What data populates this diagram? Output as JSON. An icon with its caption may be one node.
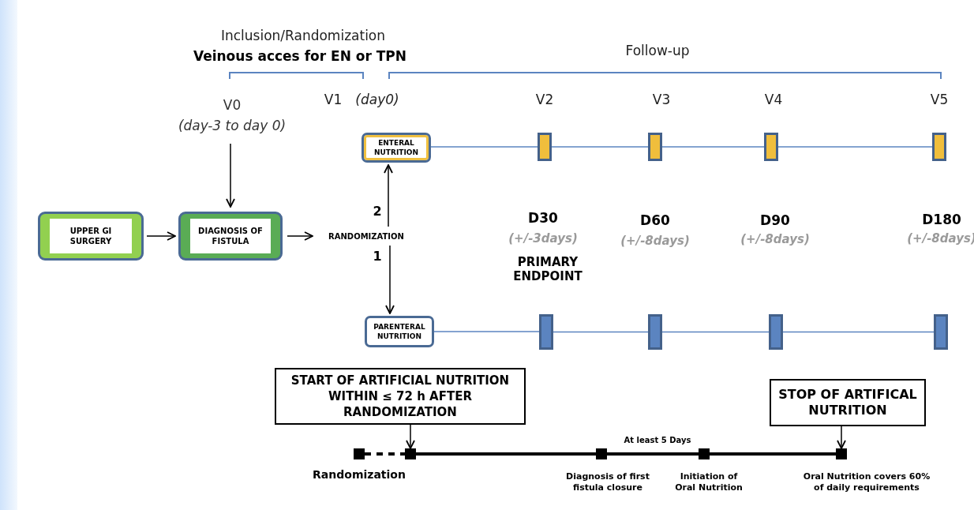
{
  "diagram": {
    "nodes": [
      {
        "text": [
          "UPPER GI SURGERY"
        ]
      },
      {
        "text": [
          "DIAGNOSIS OF FISTULA"
        ]
      },
      {
        "text": [
          "RANDOMIZATION"
        ]
      },
      {
        "text": [
          "ENTERAL NUTRITION"
        ]
      },
      {
        "text": [],
        "shape": "box"
      },
      {
        "text": [],
        "shape": "box"
      },
      {
        "text": [],
        "shape": "box"
      },
      {
        "text": [],
        "shape": "box"
      },
      {
        "text": [
          "PARENTERAL NUTRITION"
        ]
      },
      {
        "text": [],
        "shape": "box"
      },
      {
        "text": [],
        "shape": "box"
      },
      {
        "text": [],
        "shape": "box"
      },
      {
        "text": [],
        "shape": "box"
      },
      {
        "text": [
          "V0",
          "(day-3 to day 0)"
        ]
      },
      {
        "text": [
          "START OF ARTIFICIAL NUTRITION WITHIN ≤ 72 h AFTER RANDOMIZATION"
        ]
      },
      {
        "text": [
          "STOP OF ARTIFICAL NUTRITION"
        ]
      },
      {
        "text": [],
        "shape": "box",
        "beside": [
          "Randomization"
        ]
      },
      {
        "text": [],
        "shape": "box"
      },
      {
        "text": [],
        "shape": "box",
        "beside": [
          "Diagnosis of first fistula closure"
        ]
      },
      {
        "text": [],
        "shape": "box",
        "beside": [
          "Initiation of Oral Nutrition"
        ]
      },
      {
        "text": [],
        "shape": "box",
        "beside": [
          "Oral Nutrition covers 60% of daily requirements"
        ]
      }
    ],
    "edges": [
      {
        "from": 0,
        "to": 1,
        "arrow": "to"
      },
      {
        "from": 1,
        "to": 2,
        "arrow": "to"
      },
      {
        "from": 2,
        "to": 3,
        "arrow": "to",
        "label": "2"
      },
      {
        "from": 2,
        "to": 8,
        "arrow": "to",
        "label": "1"
      },
      {
        "from": 13,
        "to": 1,
        "arrow": "to"
      },
      {
        "from": 3,
        "to": 4,
        "arrow": "none",
        "color": "#5b84c0"
      },
      {
        "from": 4,
        "to": 5,
        "arrow": "none",
        "color": "#5b84c0"
      },
      {
        "from": 5,
        "to": 6,
        "arrow": "none",
        "color": "#5b84c0"
      },
      {
        "from": 6,
        "to": 7,
        "arrow": "none",
        "color": "#5b84c0"
      },
      {
        "from": 8,
        "to": 9,
        "arrow": "none",
        "color": "#5b84c0"
      },
      {
        "from": 9,
        "to": 10,
        "arrow": "none",
        "color": "#5b84c0"
      },
      {
        "from": 10,
        "to": 11,
        "arrow": "none",
        "color": "#5b84c0"
      },
      {
        "from": 11,
        "to": 12,
        "arrow": "none",
        "color": "#5b84c0"
      },
      {
        "from": 14,
        "to": 17,
        "arrow": "to"
      },
      {
        "from": 15,
        "to": 20,
        "arrow": "to"
      },
      {
        "from": 16,
        "to": 17,
        "arrow": "none",
        "style": "dashed"
      },
      {
        "from": 17,
        "to": 18,
        "arrow": "none",
        "style": "thick"
      },
      {
        "from": 18,
        "to": 19,
        "arrow": "none",
        "style": "thick",
        "label": "At least 5 Days"
      },
      {
        "from": 19,
        "to": 20,
        "arrow": "none",
        "style": "thick"
      }
    ],
    "labels": [
      "Inclusion/Randomization",
      "Veinous acces for EN or TPN",
      "Follow-up",
      "V1",
      "(day0)",
      "V2",
      "V3",
      "V4",
      "V5",
      "D30",
      "(+/-3days)",
      "PRIMARY ENDPOINT",
      "D60",
      "(+/-8days)",
      "D90",
      "(+/-8days)",
      "D180",
      "(+/-8days)"
    ]
  }
}
